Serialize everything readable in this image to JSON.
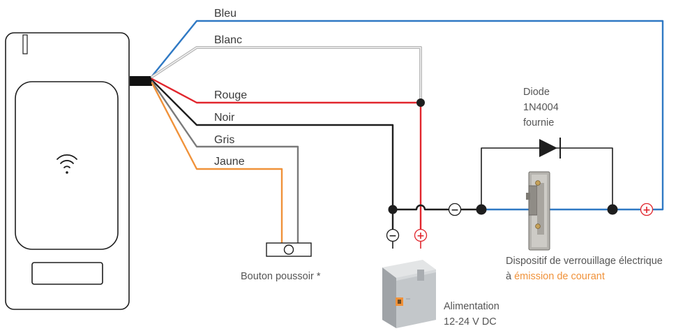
{
  "wires": {
    "blue": {
      "label": "Bleu",
      "color": "#2f79c4"
    },
    "white": {
      "label": "Blanc",
      "color": "#b8b8b8"
    },
    "red": {
      "label": "Rouge",
      "color": "#e1262d"
    },
    "black": {
      "label": "Noir",
      "color": "#1e1e1e"
    },
    "grey": {
      "label": "Gris",
      "color": "#7a7a7a"
    },
    "yellow": {
      "label": "Jaune",
      "color": "#f0923a"
    }
  },
  "diode": {
    "line1": "Diode",
    "line2": "1N4004",
    "line3": "fournie"
  },
  "push_button": {
    "label": "Bouton poussoir *"
  },
  "lock": {
    "line1": "Dispositif de verrouillage électrique",
    "line2_prefix": "à ",
    "line2_accent": "émission de courant"
  },
  "power_supply": {
    "line1": "Alimentation",
    "line2": "12-24 V DC"
  },
  "symbols": {
    "plus": "+",
    "minus": "−"
  },
  "icons": {
    "reader": "rfid-reader-icon",
    "wifi": "contactless-wifi-icon",
    "diode": "diode-symbol-icon",
    "lock": "electric-strike-icon",
    "power": "power-supply-box-icon",
    "button": "push-button-icon"
  }
}
